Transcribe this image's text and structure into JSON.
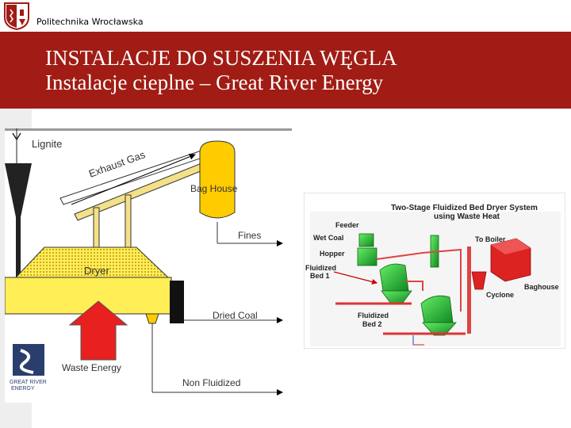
{
  "header": {
    "university": "Politechnika Wrocławska",
    "title_line1": "INSTALACJE DO SUSZENIA WĘGLA",
    "title_line2": "Instalacje cieplne – Great River Energy"
  },
  "left_diagram": {
    "lignite": "Lignite",
    "exhaust_gas": "Exhaust Gas",
    "bag_house": "Bag House",
    "fines": "Fines",
    "dryer": "Dryer",
    "dried_coal": "Dried Coal",
    "waste_energy": "Waste Energy",
    "non_fluidized": "Non Fluidized",
    "logo_line1": "GREAT RIVER",
    "logo_line2": "ENERGY"
  },
  "right_diagram": {
    "title_line1": "Two-Stage Fluidized Bed Dryer System",
    "title_line2": "using Waste Heat",
    "feeder": "Feeder",
    "wet_coal": "Wet Coal",
    "hopper": "Hopper",
    "fb1_line1": "Fluidized",
    "fb1_line2": "Bed 1",
    "to_boiler": "To Boiler",
    "baghouse": "Baghouse",
    "cyclone": "Cyclone",
    "fb2_line1": "Fluidized",
    "fb2_line2": "Bed 2"
  },
  "colors": {
    "header_bg": "#a01c14",
    "dryer_yellow": "#ffee55",
    "arrow_red": "#e82020",
    "equipment_green": "#22cc33",
    "equipment_red": "#dd2222"
  }
}
